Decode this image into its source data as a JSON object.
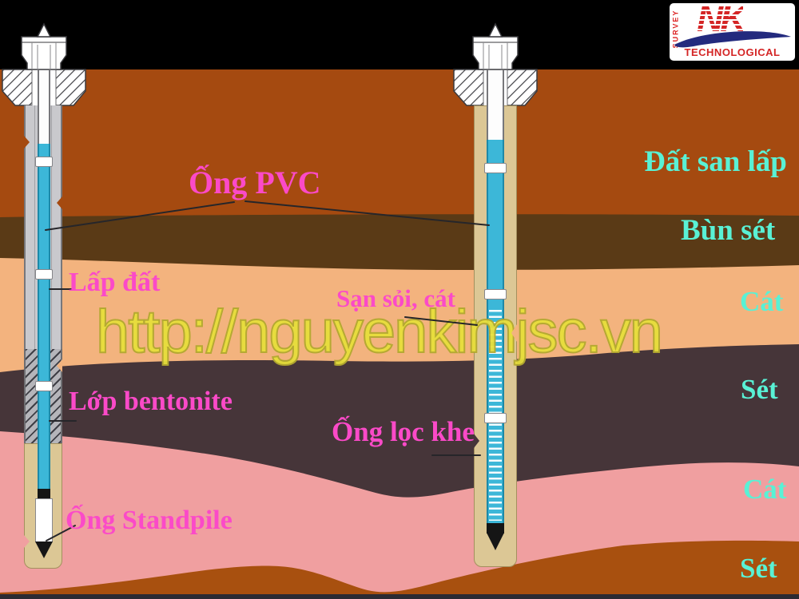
{
  "diagram_title": "Standpipe piezometer installation diagram",
  "annotations": {
    "ong_pvc": "Ống PVC",
    "lap_dat": "Lấp đất",
    "lop_bentonite": "Lớp bentonite",
    "ong_standpile": "Ống Standpile",
    "san_soi_cat": "Sạn sỏi, cát",
    "ong_loc_khe": "Ống lọc khe"
  },
  "soil_labels": {
    "fill_soil": "Đất san lấp",
    "mud_clay": "Bùn sét",
    "sand_upper": "Cát",
    "clay_mid": "Sét",
    "sand_lower": "Cát",
    "clay_bottom": "Sét"
  },
  "watermark": "http://nguyenkimjsc.vn",
  "logo": {
    "survey": "SURVEY",
    "nk": "NK",
    "technological": "TECHNOLOGICAL"
  },
  "colors": {
    "sky": "#000000",
    "fill_soil": "#a54a10",
    "mud_clay": "#5a3a16",
    "sand_upper": "#f3b37e",
    "clay_mid": "#463539",
    "sand_lower": "#f09fa0",
    "clay_bottom": "#a8500f",
    "bottom_strip": "#2b2b33",
    "label_pink": "#fb4ac8",
    "label_cyan": "#59f1d5",
    "watermark_yellow": "#e7df3b",
    "pipe_blue": "#3cb7d8",
    "casing_gray": "#c9c9cd",
    "backfill_tan": "#dcc795"
  }
}
